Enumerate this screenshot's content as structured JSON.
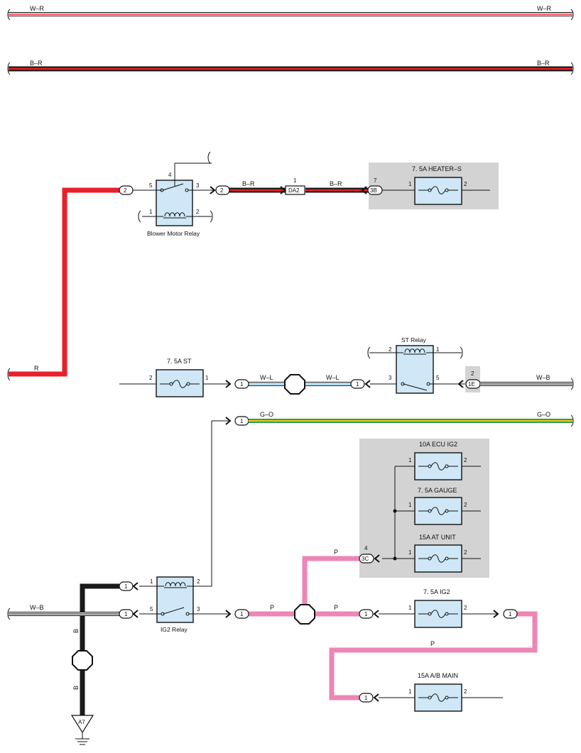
{
  "colors": {
    "red": "#e8202a",
    "black": "#1a1a1a",
    "pink": "#ee85b5",
    "white": "#ffffff",
    "blue": "#55b8e8",
    "green": "#2e9e46",
    "yellow": "#e8c81e",
    "fuse_fill": "#cfe7f6",
    "shade": "#d3d3d3"
  },
  "wires": {
    "wr_top_left": "W–R",
    "wr_top_right": "W–R",
    "br_top_left": "B–R",
    "br_top_right": "B–R",
    "br_relay_out": "B–R",
    "br_da2_out": "B–R",
    "r_left": "R",
    "wl_left": "W–L",
    "wl_right": "W–L",
    "wb_right": "W–B",
    "go_left": "G–O",
    "go_right": "G–O",
    "p_3c": "P",
    "p_ig2_out": "P",
    "p_junction": "P",
    "p_loop": "P",
    "wb_left": "W–B",
    "b_upper": "B",
    "b_lower": "B"
  },
  "connectors": {
    "c2_relay_in": "2",
    "c2_relay_out": "2",
    "da2": "DA2",
    "da2_pin": "1",
    "c3b": "3B",
    "c3b_pin": "7",
    "c1_st_out": "1",
    "c1_st_relay_in": "1",
    "c1e": "1E",
    "c1e_pin": "2",
    "c1_go": "1",
    "c3c": "3C",
    "c3c_pin": "4",
    "c1_ig2_coil": "1",
    "c1_ig2_sw": "1",
    "c1_ig2_out": "1",
    "c1_pj": "1",
    "c1_ig2fuse_out": "1",
    "c1_ab": "1",
    "ground": "A7"
  },
  "components": {
    "blower_relay": {
      "name": "Blower Motor Relay",
      "p4": "4",
      "p5": "5",
      "p3": "3",
      "p1": "1",
      "p2": "2"
    },
    "heater_s": {
      "name": "7. 5A HEATER–S",
      "p1": "1",
      "p2": "2"
    },
    "st_fuse": {
      "name": "7. 5A ST",
      "p2": "2",
      "p1": "1"
    },
    "st_relay": {
      "name": "ST Relay",
      "p2": "2",
      "p1": "1",
      "p3": "3",
      "p5": "5"
    },
    "ecu_ig2": {
      "name": "10A ECU IG2",
      "p1": "1",
      "p2": "2"
    },
    "gauge": {
      "name": "7. 5A GAUGE",
      "p1": "1",
      "p2": "2"
    },
    "at_unit": {
      "name": "15A AT UNIT",
      "p1": "1",
      "p2": "2"
    },
    "ig2_relay": {
      "name": "IG2 Relay",
      "p1": "1",
      "p2": "2",
      "p5": "5",
      "p3": "3"
    },
    "ig2_fuse": {
      "name": "7. 5A IG2",
      "p1": "1",
      "p2": "2"
    },
    "ab_main": {
      "name": "15A A/B MAIN",
      "p1": "1",
      "p2": "2"
    }
  }
}
